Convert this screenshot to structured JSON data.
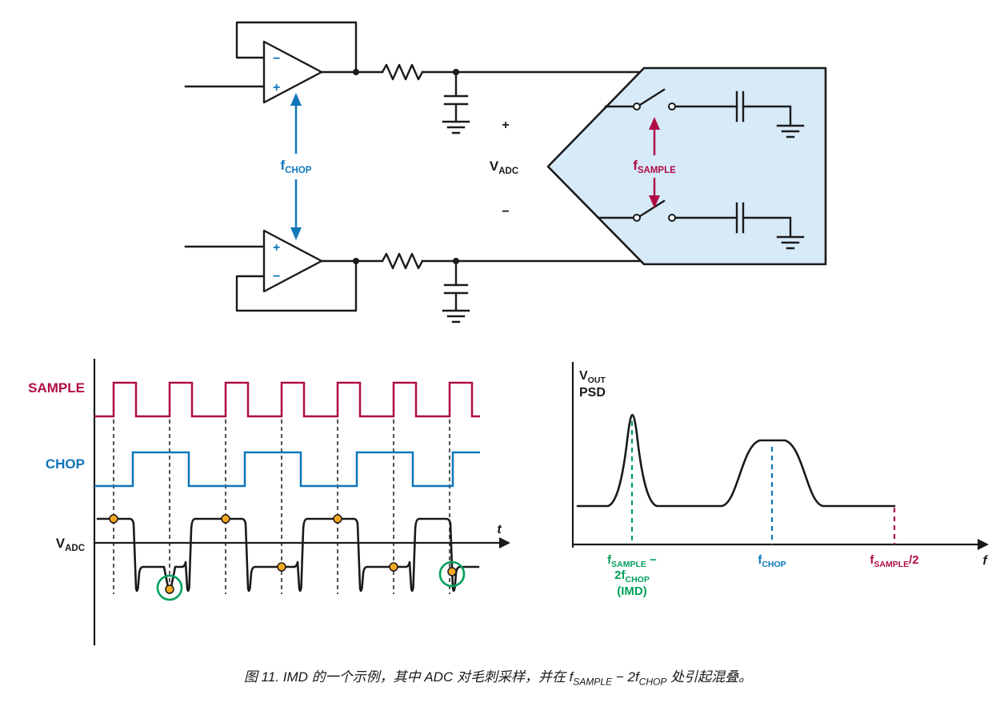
{
  "colors": {
    "crimson": "#b00d45",
    "blue": "#0f76bc",
    "green": "#00a05c",
    "line_black": "#1a1a1a",
    "adc_fill": "#d7eaf8",
    "sample_dot_orange": "#f5a81f"
  },
  "schematic": {
    "opamp_top": {
      "minus": "−",
      "plus": "+"
    },
    "opamp_bottom": {
      "plus": "+",
      "minus": "−"
    },
    "fchop": {
      "base": "f",
      "sub": "CHOP"
    },
    "fsample": {
      "base": "f",
      "sub": "SAMPLE"
    },
    "adc": {
      "plus": "+",
      "v_base": "V",
      "v_sub": "ADC",
      "minus": "−"
    }
  },
  "timing": {
    "sample_label": "SAMPLE",
    "chop_label": "CHOP",
    "vadc": {
      "base": "V",
      "sub": "ADC"
    },
    "t_label": "t"
  },
  "psd": {
    "vout": {
      "base": "V",
      "sub": "OUT"
    },
    "psd_label": "PSD",
    "f_label": "f",
    "imd": {
      "l1_base": "f",
      "l1_sub": "SAMPLE",
      "l1_tail": " −",
      "l2_pre": "2",
      "l2_base": "f",
      "l2_sub": "CHOP",
      "l3": "(IMD)"
    },
    "chop": {
      "base": "f",
      "sub": "CHOP"
    },
    "nyq": {
      "base": "f",
      "sub": "SAMPLE",
      "tail": "/2"
    }
  },
  "caption": {
    "part1": "图 11. IMD 的一个示例，其中 ADC 对毛刺采样，并在 ",
    "f1": "f",
    "sub1": "SAMPLE",
    "mid": " − 2",
    "f2": "f",
    "sub2": "CHOP",
    "part2": " 处引起混叠。"
  }
}
